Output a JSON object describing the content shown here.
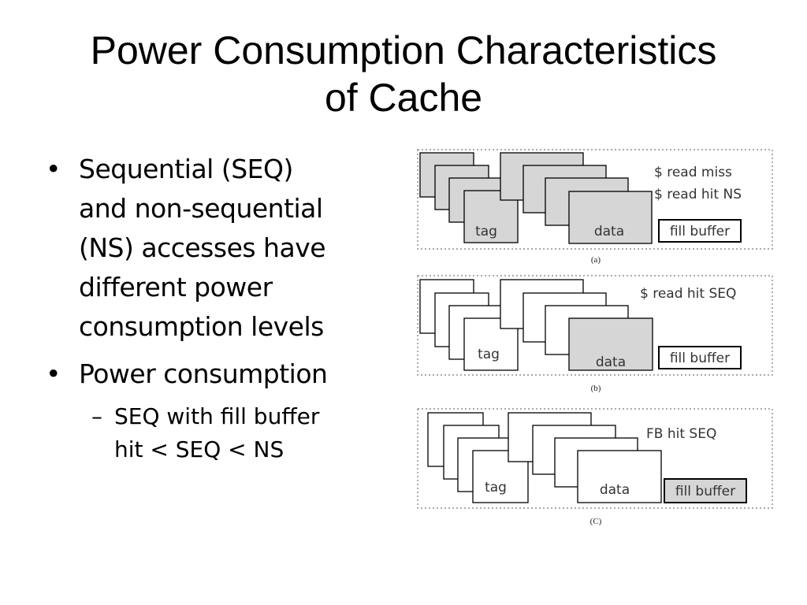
{
  "slide": {
    "title_line1": "Power Consumption Characteristics",
    "title_line2": "of Cache"
  },
  "bullets": [
    {
      "marker": "•",
      "lines": [
        "Sequential (SEQ)",
        "and non-sequential",
        "(NS) accesses have",
        "different power",
        "consumption levels"
      ]
    },
    {
      "marker": "•",
      "lines": [
        "Power consumption"
      ],
      "sub": [
        {
          "marker": "–",
          "lines": [
            "SEQ with fill buffer",
            "hit < SEQ < NS"
          ]
        }
      ]
    }
  ],
  "figure": {
    "colors": {
      "shaded": "#d6d6d6",
      "plain": "#ffffff",
      "stroke": "#000000",
      "frame": "#777777"
    },
    "panels": [
      {
        "caption": "(a)",
        "annotations": [
          "$ read miss",
          "$ read hit NS"
        ],
        "tag_label": "tag",
        "data_label": "data",
        "fill_buffer_label": "fill buffer",
        "tag_shaded": true,
        "data_shaded": [
          true,
          true,
          true,
          true,
          true
        ],
        "fill_buffer_shaded": false
      },
      {
        "caption": "(b)",
        "annotations": [
          "$ read hit SEQ"
        ],
        "tag_label": "tag",
        "data_label": "data",
        "fill_buffer_label": "fill buffer",
        "tag_shaded": false,
        "data_shaded": [
          false,
          false,
          false,
          true,
          false
        ],
        "fill_buffer_shaded": false
      },
      {
        "caption": "(C)",
        "annotations": [
          "FB hit SEQ"
        ],
        "tag_label": "tag",
        "data_label": "data",
        "fill_buffer_label": "fill buffer",
        "tag_shaded": false,
        "data_shaded": [
          false,
          false,
          false,
          false,
          false
        ],
        "fill_buffer_shaded": true
      }
    ]
  }
}
